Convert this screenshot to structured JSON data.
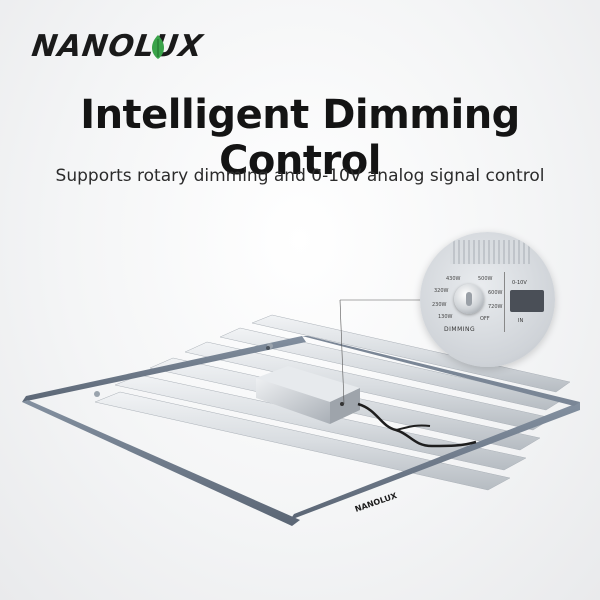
{
  "brand": {
    "logo_text": "NANOLUX",
    "leaf_color": "#3aa34a"
  },
  "headline": "Intelligent Dimming Control",
  "subheadline": "Supports rotary dimming and 0-10V analog signal control",
  "zoom_inset": {
    "knob_labels": [
      "430W",
      "320W",
      "230W",
      "130W",
      "OFF",
      "500W",
      "600W",
      "720W"
    ],
    "dimming_label": "DIMMING",
    "port_label": "0-10V",
    "port_in_label": "IN"
  },
  "product": {
    "frame_color": "#6b7787",
    "bar_color": "#d6dbe0",
    "driver_color": "#c9ced4",
    "cable_color": "#1e1e1e",
    "frame_logo": "NANOLUX"
  }
}
